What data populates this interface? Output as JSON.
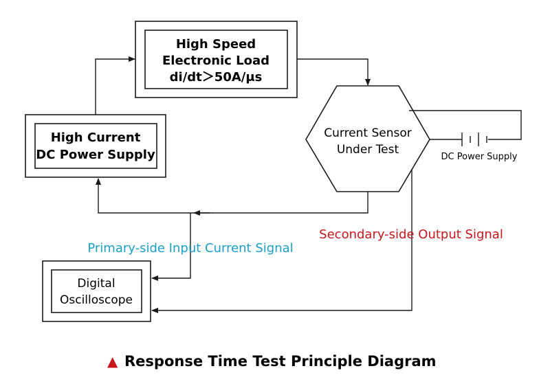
{
  "blocks": {
    "electronic_load": {
      "lines": [
        "High Speed",
        "Electronic Load",
        "di/dt＞50A/μs"
      ]
    },
    "dc_supply": {
      "lines": [
        "High Current",
        "DC Power Supply"
      ]
    },
    "sensor": {
      "lines": [
        "Current Sensor",
        "Under Test"
      ]
    },
    "oscilloscope": {
      "lines": [
        "Digital",
        "Oscilloscope"
      ]
    }
  },
  "labels": {
    "battery": "DC Power Supply",
    "primary_signal": "Primary-side Input Current Signal",
    "secondary_signal": "Secondary-side Output Signal"
  },
  "caption": {
    "marker": "▲",
    "text": "Response Time Test Principle Diagram"
  },
  "colors": {
    "primary_signal": "#1aa0c8",
    "secondary_signal": "#c8161d",
    "caption_marker": "#c8161d",
    "line": "#1a1a1a"
  }
}
